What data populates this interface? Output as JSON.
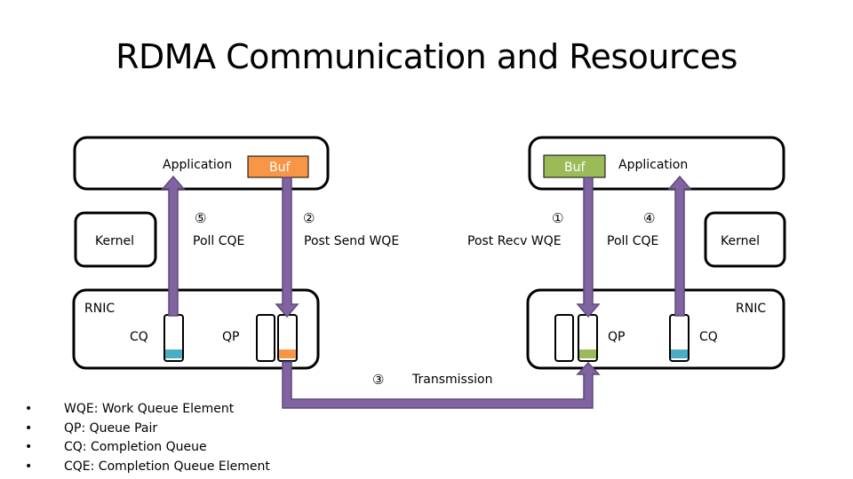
{
  "title": "RDMA Communication and Resources",
  "colors": {
    "arrow": "#8064a2",
    "arrow_stroke": "#5f4a7a",
    "buf_left": "#f79646",
    "buf_right": "#9bbb59",
    "cqe": "#4bacc6",
    "box_stroke": "#000000"
  },
  "left_host": {
    "application": "Application",
    "buf": "Buf",
    "kernel": "Kernel",
    "rnic": "RNIC",
    "cq": "CQ",
    "qp": "QP",
    "step_poll": {
      "number": "⑤",
      "label": "Poll CQE"
    },
    "step_post": {
      "number": "②",
      "label": "Post Send WQE"
    }
  },
  "right_host": {
    "application": "Application",
    "buf": "Buf",
    "kernel": "Kernel",
    "rnic": "RNIC",
    "cq": "CQ",
    "qp": "QP",
    "step_post": {
      "number": "①",
      "label": "Post Recv WQE"
    },
    "step_poll": {
      "number": "④",
      "label": "Poll CQE"
    }
  },
  "transmission": {
    "number": "③",
    "label": "Transmission"
  },
  "legend": [
    "WQE: Work Queue Element",
    "QP: Queue Pair",
    "CQ: Completion Queue",
    "CQE: Completion Queue Element"
  ]
}
